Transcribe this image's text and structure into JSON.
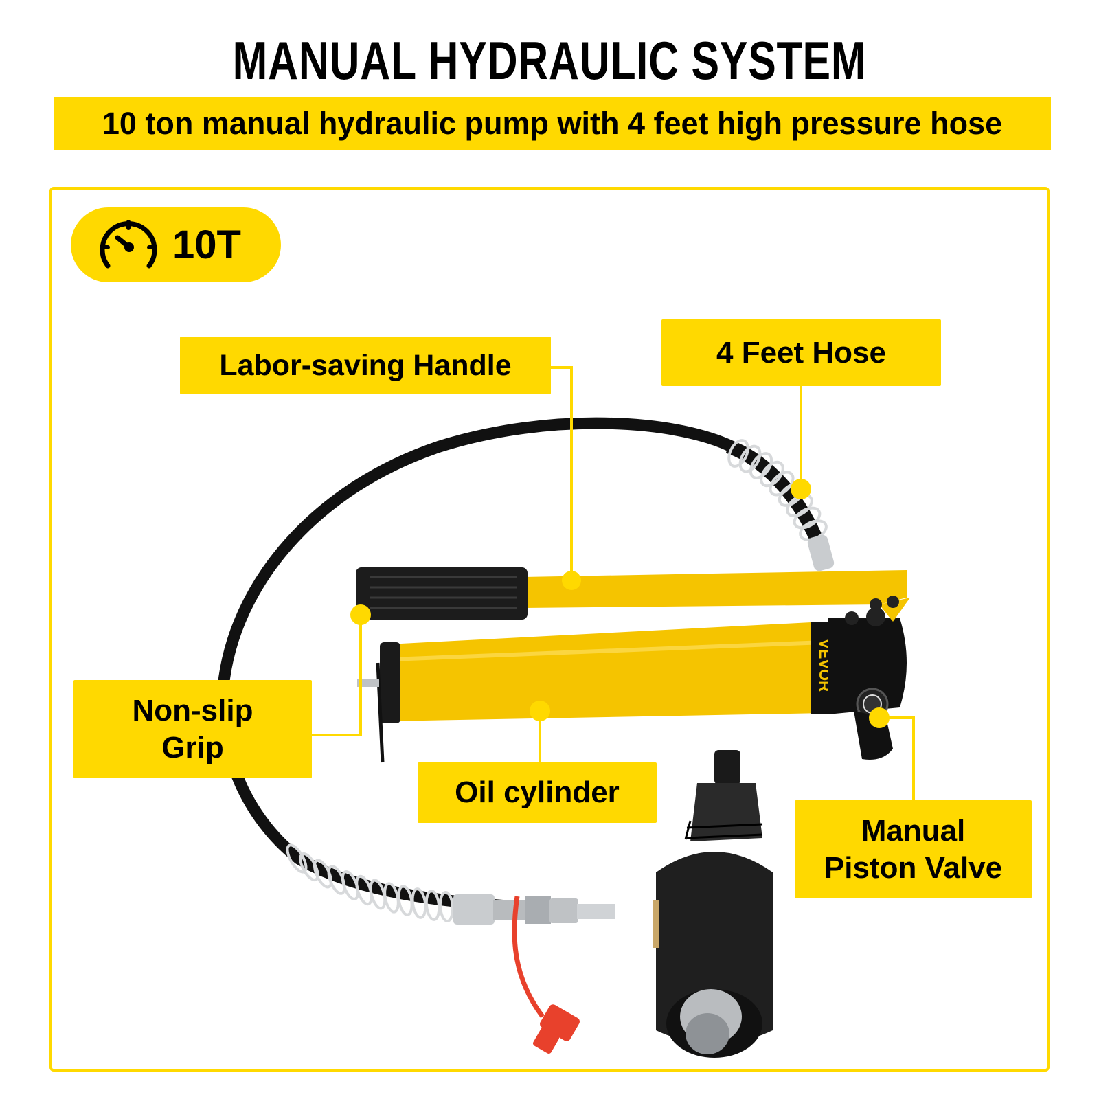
{
  "header": {
    "title": "MANUAL HYDRAULIC SYSTEM",
    "subtitle": "10 ton manual hydraulic pump with 4 feet high pressure hose"
  },
  "badge": {
    "icon": "speedometer-icon",
    "label": "10T"
  },
  "callouts": [
    {
      "id": "handle",
      "label": "Labor-saving Handle"
    },
    {
      "id": "hose",
      "label": "4 Feet Hose"
    },
    {
      "id": "grip",
      "line1": "Non-slip",
      "line2": "Grip"
    },
    {
      "id": "cylinder",
      "label": "Oil cylinder"
    },
    {
      "id": "valve",
      "line1": "Manual",
      "line2": "Piston Valve"
    }
  ],
  "product": {
    "brand_mark": "VEVOR",
    "colors": {
      "accent": "#FFD900",
      "body_yellow": "#F5C400",
      "hose_black": "#111111",
      "cap_red": "#E8412C",
      "metal": "#C9CCCF"
    }
  }
}
